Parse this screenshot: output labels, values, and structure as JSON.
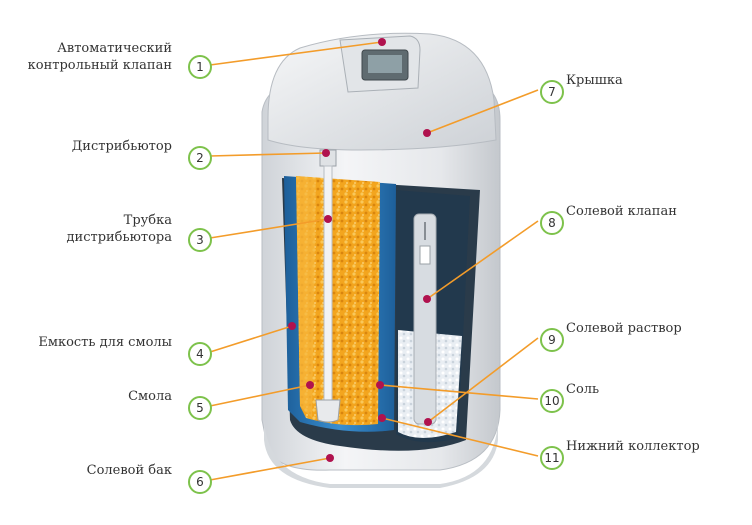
{
  "colors": {
    "leader_line": "#f39c2a",
    "badge_border": "#7dc24b",
    "marker_dot": "#b0124e",
    "housing": "#e9ebee",
    "resin": "#f0a21d",
    "tank_blue": "#2d7fc0"
  },
  "labels": [
    {
      "num": "1",
      "text_lines": [
        "Автоматический",
        "контрольный клапан"
      ]
    },
    {
      "num": "2",
      "text_lines": [
        "Дистрибьютор"
      ]
    },
    {
      "num": "3",
      "text_lines": [
        "Трубка",
        "дистрибьютора"
      ]
    },
    {
      "num": "4",
      "text_lines": [
        "Емкость для смолы"
      ]
    },
    {
      "num": "5",
      "text_lines": [
        "Смола"
      ]
    },
    {
      "num": "6",
      "text_lines": [
        "Солевой бак"
      ]
    },
    {
      "num": "7",
      "text_lines": [
        "Крышка"
      ]
    },
    {
      "num": "8",
      "text_lines": [
        "Солевой клапан"
      ]
    },
    {
      "num": "9",
      "text_lines": [
        "Солевой раствор"
      ]
    },
    {
      "num": "10",
      "text_lines": [
        "Соль"
      ]
    },
    {
      "num": "11",
      "text_lines": [
        "Нижний коллектор"
      ]
    }
  ]
}
